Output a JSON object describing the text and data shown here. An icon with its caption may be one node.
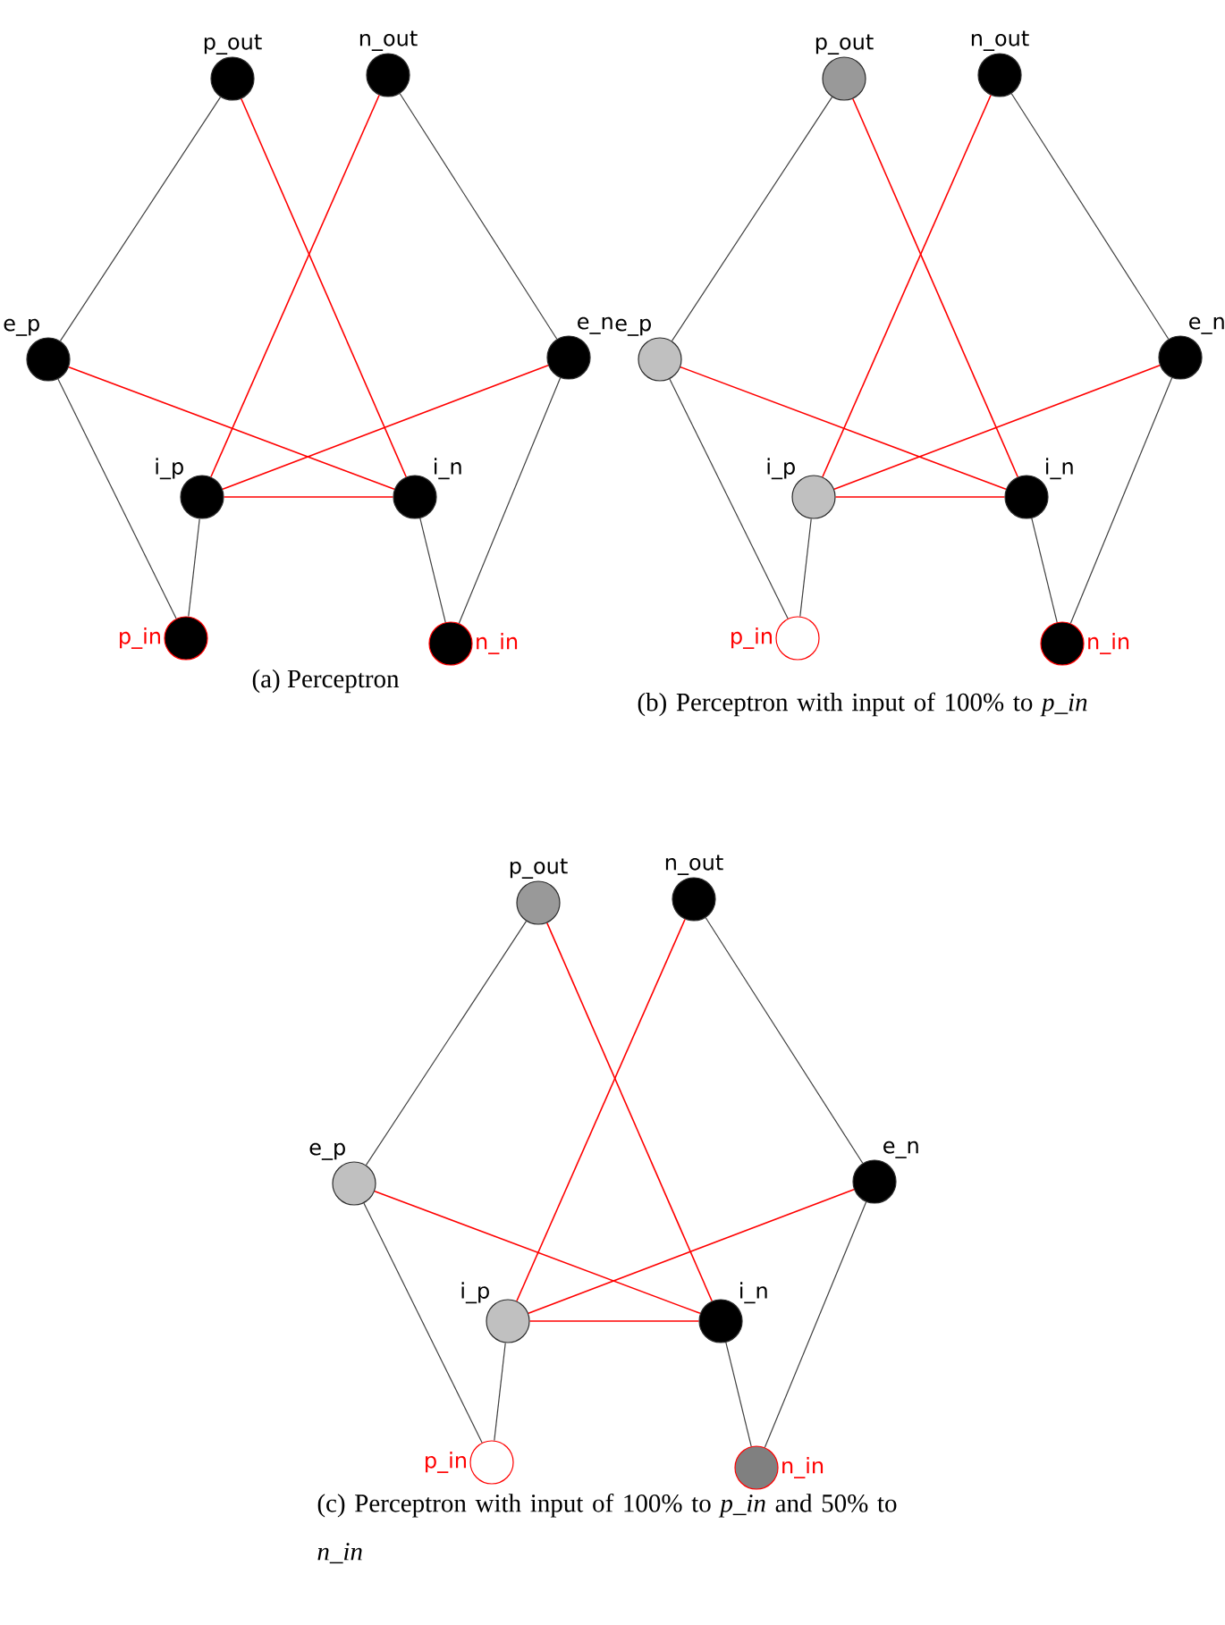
{
  "diagram": {
    "nodes": [
      {
        "text": [
          "p_out"
        ]
      },
      {
        "text": [
          "n_out"
        ]
      },
      {
        "text": [
          "e_p"
        ]
      },
      {
        "text": [
          "e_n"
        ]
      },
      {
        "text": [
          "i_p"
        ]
      },
      {
        "text": [
          "i_n"
        ]
      },
      {
        "text": [
          "p_in"
        ]
      },
      {
        "text": [
          "n_in"
        ]
      },
      {
        "text": [
          "p_out"
        ]
      },
      {
        "text": [
          "n_out"
        ]
      },
      {
        "text": [
          "e_p"
        ]
      },
      {
        "text": [
          "e_n"
        ]
      },
      {
        "text": [
          "i_p"
        ]
      },
      {
        "text": [
          "i_n"
        ]
      },
      {
        "text": [
          "p_in"
        ]
      },
      {
        "text": [
          "n_in"
        ]
      },
      {
        "text": [
          "p_out"
        ]
      },
      {
        "text": [
          "n_out"
        ]
      },
      {
        "text": [
          "e_p"
        ]
      },
      {
        "text": [
          "e_n"
        ]
      },
      {
        "text": [
          "i_p"
        ]
      },
      {
        "text": [
          "i_n"
        ]
      },
      {
        "text": [
          "p_in"
        ]
      },
      {
        "text": [
          "n_in"
        ]
      }
    ],
    "edges": [
      {
        "from": 0,
        "to": 2,
        "arrow": "none"
      },
      {
        "from": 0,
        "to": 5,
        "arrow": "none",
        "color": "#ff0000"
      },
      {
        "from": 1,
        "to": 4,
        "arrow": "none",
        "color": "#ff0000"
      },
      {
        "from": 1,
        "to": 3,
        "arrow": "none"
      },
      {
        "from": 2,
        "to": 5,
        "arrow": "none",
        "color": "#ff0000"
      },
      {
        "from": 3,
        "to": 4,
        "arrow": "none",
        "color": "#ff0000"
      },
      {
        "from": 4,
        "to": 5,
        "arrow": "none",
        "color": "#ff0000"
      },
      {
        "from": 2,
        "to": 6,
        "arrow": "none"
      },
      {
        "from": 4,
        "to": 6,
        "arrow": "none"
      },
      {
        "from": 5,
        "to": 7,
        "arrow": "none"
      },
      {
        "from": 3,
        "to": 7,
        "arrow": "none"
      },
      {
        "from": 8,
        "to": 10,
        "arrow": "none"
      },
      {
        "from": 8,
        "to": 13,
        "arrow": "none",
        "color": "#ff0000"
      },
      {
        "from": 9,
        "to": 12,
        "arrow": "none",
        "color": "#ff0000"
      },
      {
        "from": 9,
        "to": 11,
        "arrow": "none"
      },
      {
        "from": 10,
        "to": 13,
        "arrow": "none",
        "color": "#ff0000"
      },
      {
        "from": 11,
        "to": 12,
        "arrow": "none",
        "color": "#ff0000"
      },
      {
        "from": 12,
        "to": 13,
        "arrow": "none",
        "color": "#ff0000"
      },
      {
        "from": 10,
        "to": 14,
        "arrow": "none"
      },
      {
        "from": 12,
        "to": 14,
        "arrow": "none"
      },
      {
        "from": 13,
        "to": 15,
        "arrow": "none"
      },
      {
        "from": 11,
        "to": 15,
        "arrow": "none"
      },
      {
        "from": 16,
        "to": 18,
        "arrow": "none"
      },
      {
        "from": 16,
        "to": 21,
        "arrow": "none",
        "color": "#ff0000"
      },
      {
        "from": 17,
        "to": 20,
        "arrow": "none",
        "color": "#ff0000"
      },
      {
        "from": 17,
        "to": 19,
        "arrow": "none"
      },
      {
        "from": 18,
        "to": 21,
        "arrow": "none",
        "color": "#ff0000"
      },
      {
        "from": 19,
        "to": 20,
        "arrow": "none",
        "color": "#ff0000"
      },
      {
        "from": 20,
        "to": 21,
        "arrow": "none",
        "color": "#ff0000"
      },
      {
        "from": 18,
        "to": 22,
        "arrow": "none"
      },
      {
        "from": 20,
        "to": 22,
        "arrow": "none"
      },
      {
        "from": 21,
        "to": 23,
        "arrow": "none"
      },
      {
        "from": 19,
        "to": 23,
        "arrow": "none"
      }
    ],
    "labels": [
      "(a)  Perceptron",
      "(b)  Perceptron with input of 100% to *p_in*",
      "(c)  Perceptron with input of 100% to *p_in* and 50% to *n_in*"
    ]
  }
}
